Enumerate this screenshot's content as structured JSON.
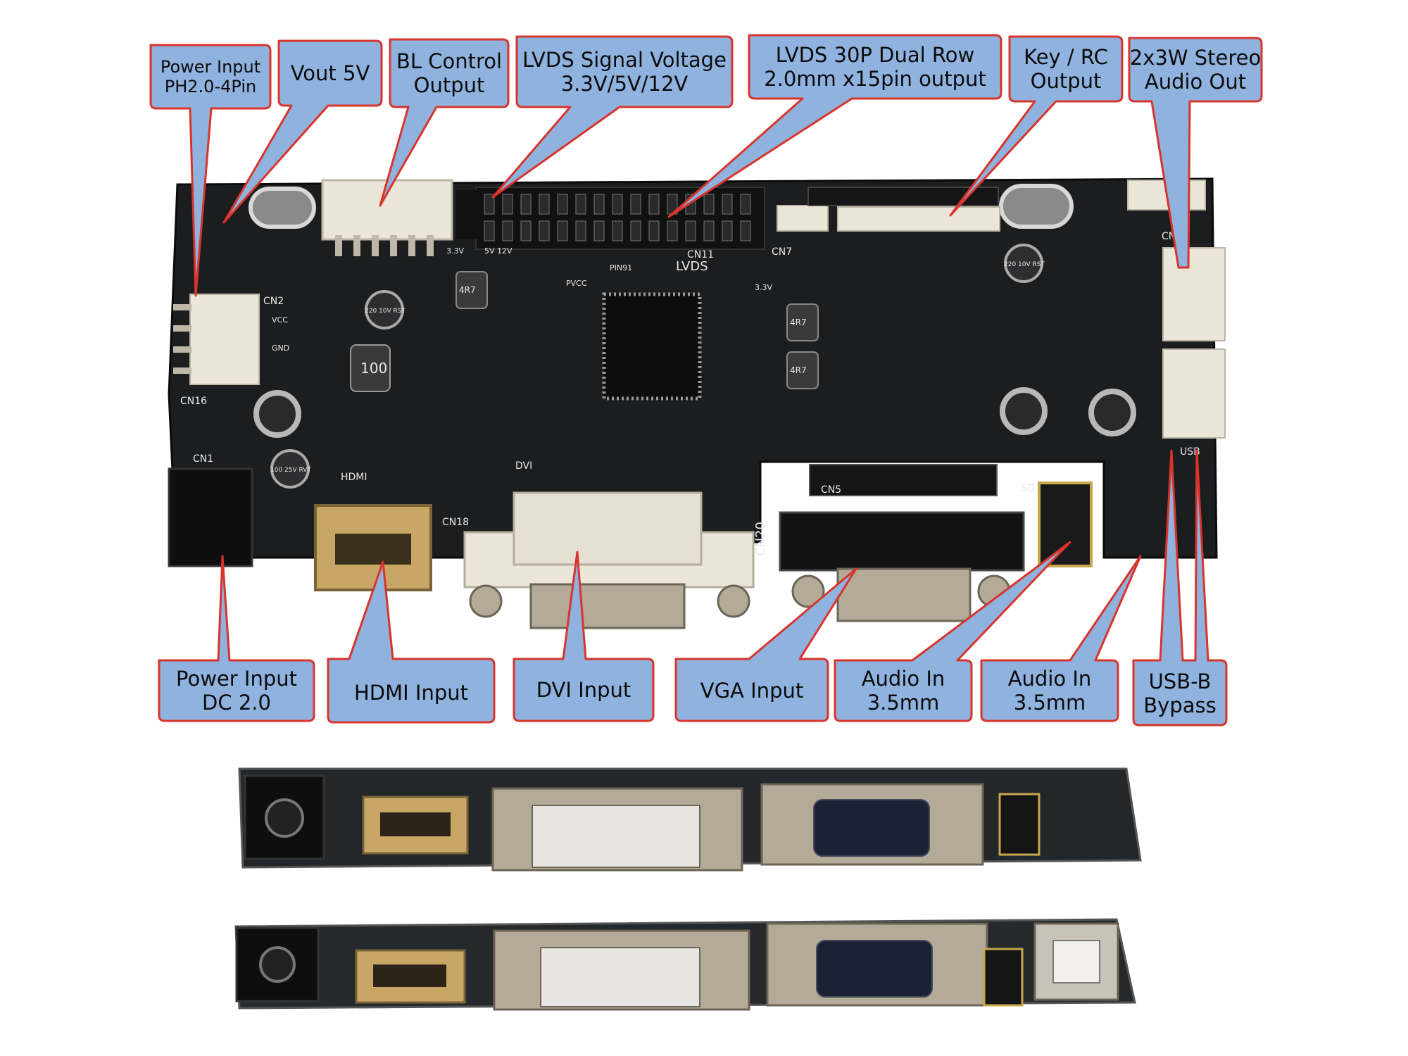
{
  "colors": {
    "callout_fill": "#8fb3de",
    "callout_border": "#d8342c",
    "pcb": "#1c1d1f",
    "connector_white": "#ece6d8",
    "metal": "#b4aa98",
    "text": "#0b0b0b"
  },
  "callouts": {
    "power_input_ph": {
      "line1": "Power Input",
      "line2": "PH2.0-4Pin"
    },
    "vout": {
      "line1": "Vout 5V"
    },
    "bl_control": {
      "line1": "BL Control",
      "line2": "Output"
    },
    "lvds_voltage": {
      "line1": "LVDS Signal Voltage",
      "line2": "3.3V/5V/12V"
    },
    "lvds_30p": {
      "line1": "LVDS 30P Dual Row",
      "line2": "2.0mm x15pin output"
    },
    "key_rc": {
      "line1": "Key / RC",
      "line2": "Output"
    },
    "audio_out": {
      "line1": "2x3W Stereo",
      "line2": "Audio Out"
    },
    "power_dc": {
      "line1": "Power Input",
      "line2": "DC 2.0"
    },
    "hdmi": {
      "line1": "HDMI Input"
    },
    "dvi": {
      "line1": "DVI Input"
    },
    "vga": {
      "line1": "VGA Input"
    },
    "audio_in_1": {
      "line1": "Audio In",
      "line2": "3.5mm"
    },
    "audio_in_2": {
      "line1": "Audio In",
      "line2": "3.5mm"
    },
    "usb_b": {
      "line1": "USB-B",
      "line2": "Bypass"
    }
  },
  "board_markings": {
    "cn11": "CN11",
    "lvds": "LVDS",
    "cn20": "CN20",
    "hdmi": "HDMI",
    "dvi": "DVI",
    "cn5": "CN5",
    "cn16": "CN16",
    "cn1": "CN1",
    "cn18": "CN18",
    "cn2": "CN2",
    "cn7": "CN7",
    "cn13": "CN13",
    "usb": "USB",
    "v33": "3.3V",
    "v5": "5V",
    "v12": "12V",
    "pvcc": "PVCC",
    "vcc": "VCC",
    "gnd": "GND",
    "ind1": "4R7",
    "ind2": "4R7",
    "ind3": "4R7",
    "ind4": "100",
    "cap1": "220 10V RST",
    "cap2": "220 10V RST",
    "cap3": "100 25V RVT",
    "sd": "SD",
    "pin91": "PIN91"
  }
}
